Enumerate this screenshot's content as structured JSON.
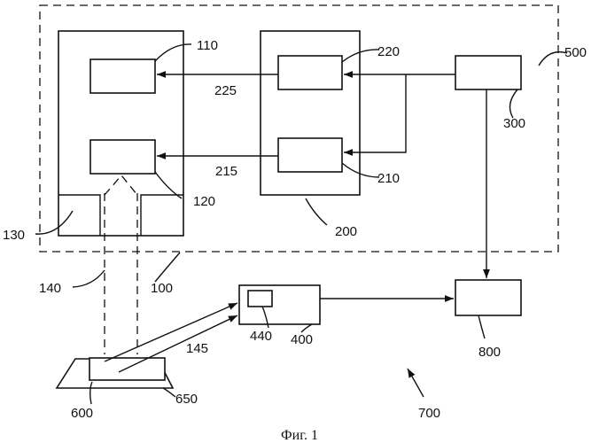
{
  "figure": {
    "caption": "Фиг. 1",
    "labels": {
      "n110": "110",
      "n120": "120",
      "n130": "130",
      "n140": "140",
      "n100": "100",
      "n200": "200",
      "n210": "210",
      "n215": "215",
      "n220": "220",
      "n225": "225",
      "n300": "300",
      "n400": "400",
      "n440": "440",
      "n145": "145",
      "n500": "500",
      "n600": "600",
      "n650": "650",
      "n700": "700",
      "n800": "800"
    }
  }
}
